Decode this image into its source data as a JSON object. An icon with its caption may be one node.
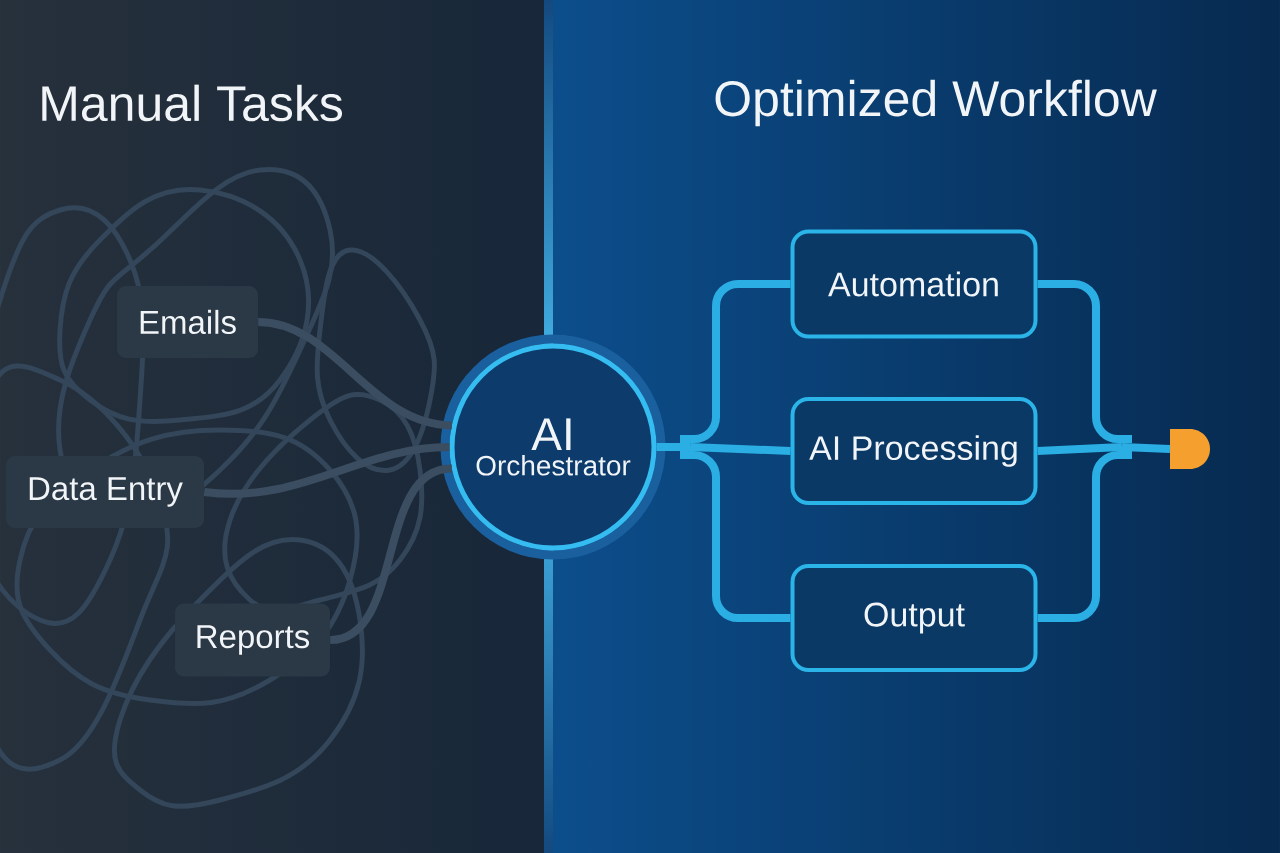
{
  "diagram": {
    "nodes": [
      {
        "text": [
          "Emails"
        ]
      },
      {
        "text": [
          "Data Entry"
        ]
      },
      {
        "text": [
          "Reports"
        ]
      },
      {
        "text": [
          "AI",
          "Orchestrator"
        ]
      },
      {
        "text": [
          "Automation"
        ]
      },
      {
        "text": [
          "AI Processing"
        ]
      },
      {
        "text": [
          "Output"
        ]
      },
      {
        "text": [],
        "shape": "semicircle"
      }
    ],
    "edges": [
      {
        "from": 0,
        "to": 3,
        "arrow": "none",
        "color": "#3b4d60"
      },
      {
        "from": 1,
        "to": 3,
        "arrow": "none",
        "color": "#3b4d60"
      },
      {
        "from": 2,
        "to": 3,
        "arrow": "none",
        "color": "#3b4d60"
      },
      {
        "from": 3,
        "to": 4,
        "arrow": "none"
      },
      {
        "from": 3,
        "to": 5,
        "arrow": "none"
      },
      {
        "from": 3,
        "to": 6,
        "arrow": "none"
      },
      {
        "from": 4,
        "to": 7,
        "arrow": "none"
      },
      {
        "from": 5,
        "to": 7,
        "arrow": "none"
      },
      {
        "from": 6,
        "to": 7,
        "arrow": "none"
      }
    ],
    "labels": [
      "Manual Tasks",
      "Optimized Workflow"
    ]
  }
}
